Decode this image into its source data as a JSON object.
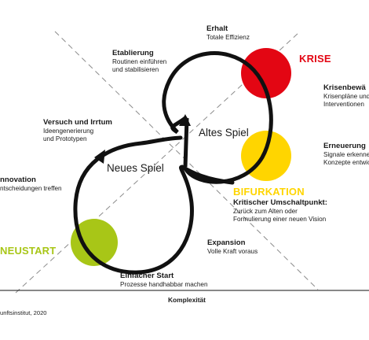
{
  "colors": {
    "krise": "#e30613",
    "bifurkation": "#ffd500",
    "neustart": "#a8c617",
    "ink": "#111111"
  },
  "stages": {
    "erhalt": {
      "title": "Erhalt",
      "sub": [
        "Totale Effizienz"
      ]
    },
    "etablierung": {
      "title": "Etablierung",
      "sub": [
        "Routinen einführen",
        "und stabilisieren"
      ]
    },
    "krise": {
      "title": "KRISE"
    },
    "krisenbew": {
      "title": "Krisenbewä",
      "sub": [
        "Krisenpläne und",
        "Interventionen"
      ]
    },
    "erneuerung": {
      "title": "Erneuerung",
      "sub": [
        "Signale erkennen",
        "Konzepte entwic"
      ]
    },
    "versuch": {
      "title": "Versuch und Irrtum",
      "sub": [
        "Ideengenerierung",
        "und Prototypen"
      ]
    },
    "innovation": {
      "title": "nnovation",
      "sub": [
        "ntscheidungen treffen"
      ]
    },
    "bifurkation": {
      "title": "BIFURKATION"
    },
    "umschalt": {
      "title": "Kritischer Umschaltpunkt:",
      "sub": [
        "Zurück zum Alten oder",
        "Formulierung einer neuen Vision"
      ]
    },
    "neustart": {
      "title": "NEUSTART"
    },
    "expansion": {
      "title": "Expansion",
      "sub": [
        "Volle Kraft voraus"
      ]
    },
    "start": {
      "title": "Einfacher Start",
      "sub": [
        "Prozesse handhabbar machen"
      ]
    }
  },
  "loops": {
    "old": "Altes Spiel",
    "new": "Neues Spiel"
  },
  "axis": {
    "label": "Komplexität"
  },
  "source": "unftsinstitut, 2020"
}
